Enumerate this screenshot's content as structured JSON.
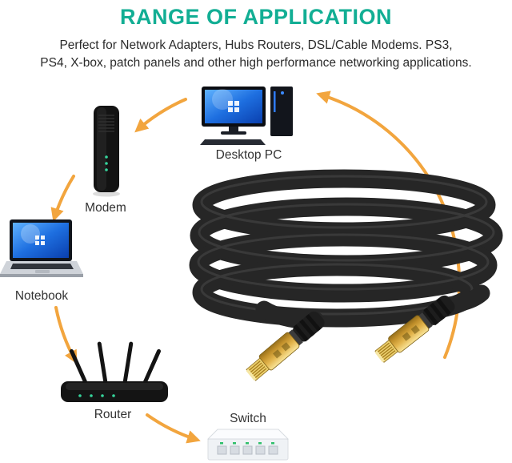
{
  "header": {
    "title": "RANGE OF APPLICATION",
    "subtitle_line1": "Perfect for Network Adapters, Hubs Routers, DSL/Cable Modems. PS3,",
    "subtitle_line2": "PS4, X-box, patch panels and other high performance networking applications."
  },
  "devices": {
    "desktop": {
      "label": "Desktop PC"
    },
    "modem": {
      "label": "Modem"
    },
    "notebook": {
      "label": "Notebook"
    },
    "router": {
      "label": "Router"
    },
    "switch": {
      "label": "Switch"
    }
  },
  "illustration": {
    "colors": {
      "title_teal": "#12ae94",
      "arc_orange": "#f2a53e",
      "cable_black": "#262626",
      "connector_gold": "#d9a93c",
      "screen_blue": "#1e6fe0",
      "led_green": "#35d39b"
    }
  }
}
